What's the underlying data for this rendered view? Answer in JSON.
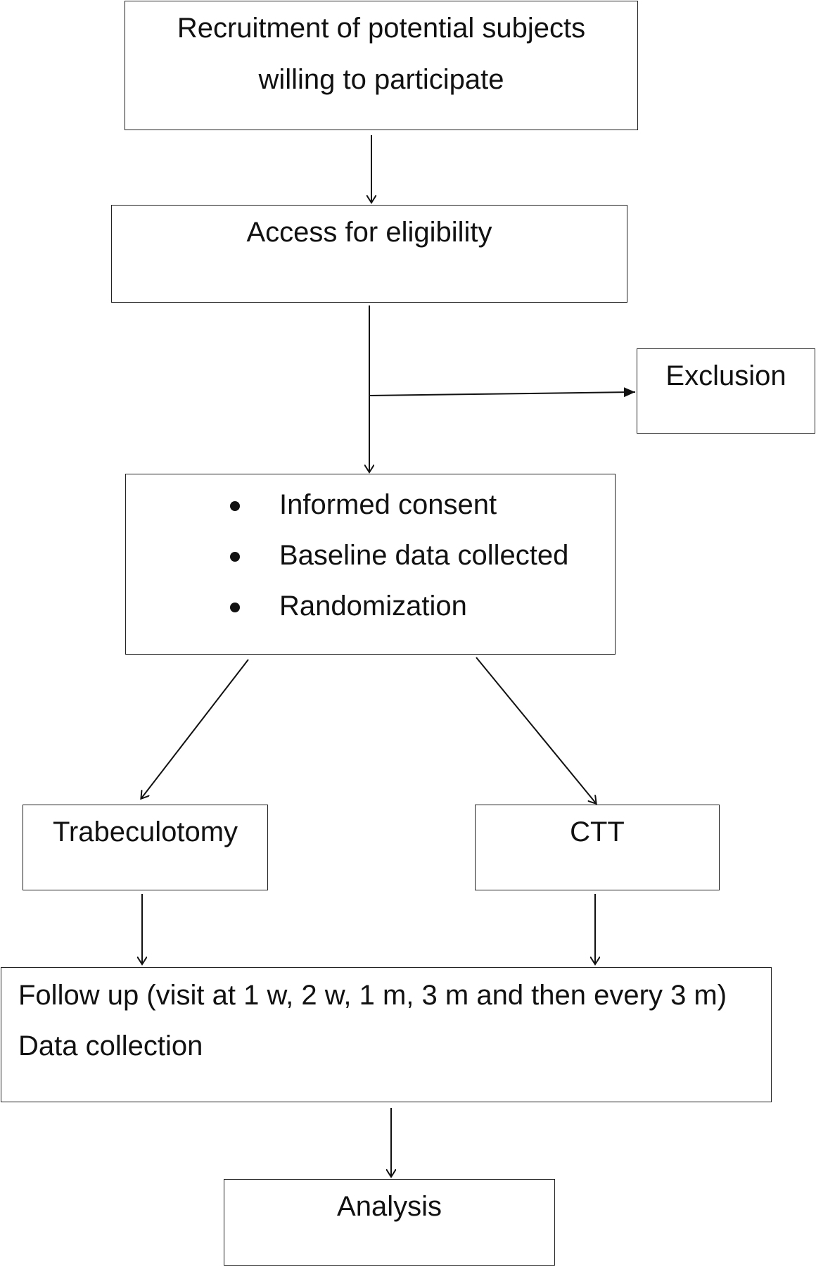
{
  "nodes": {
    "recruitment": {
      "line1": "Recruitment of potential subjects",
      "line2": "willing to participate"
    },
    "eligibility": {
      "label": "Access for eligibility"
    },
    "exclusion": {
      "label": "Exclusion"
    },
    "consent": {
      "items": [
        "Informed consent",
        "Baseline data collected",
        "Randomization"
      ]
    },
    "trabeculotomy": {
      "label": "Trabeculotomy"
    },
    "ctt": {
      "label": "CTT"
    },
    "followup": {
      "line1": "Follow up (visit at 1 w, 2 w, 1 m, 3 m and then every 3 m)",
      "line2": "Data collection"
    },
    "analysis": {
      "label": "Analysis"
    }
  }
}
